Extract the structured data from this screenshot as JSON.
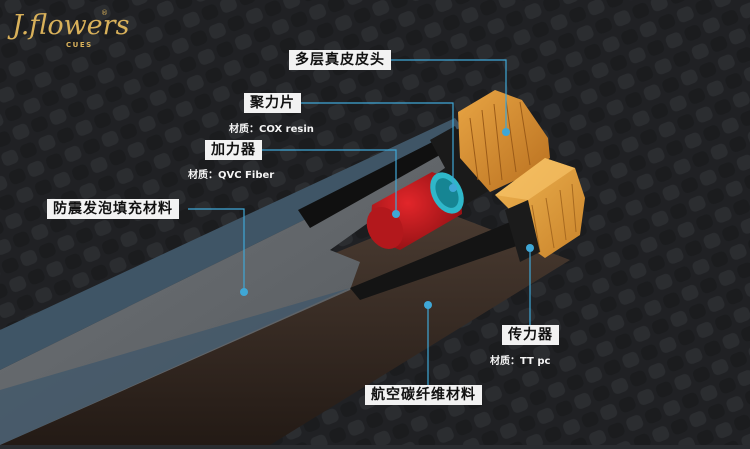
{
  "logo": {
    "brand": "J.flowers",
    "sub": "CUES",
    "reg": "®"
  },
  "labels": {
    "tip": "多层真皮皮头",
    "ferrule": "聚力片",
    "ferrule_material": "材质：COX resin",
    "booster": "加力器",
    "booster_material": "材质：QVC Fiber",
    "foam": "防震发泡填充材料",
    "transmitter": "传力器",
    "transmitter_material": "材质：TT pc",
    "shaft": "航空碳纤维材料"
  },
  "colors": {
    "background": "#2a2c30",
    "tip_wood": "#d79a3a",
    "red_core": "#c21a1e",
    "cyan_ring": "#2fb7c9",
    "pointer": "#3fa7d6",
    "label_bg": "#f2f2f2"
  }
}
